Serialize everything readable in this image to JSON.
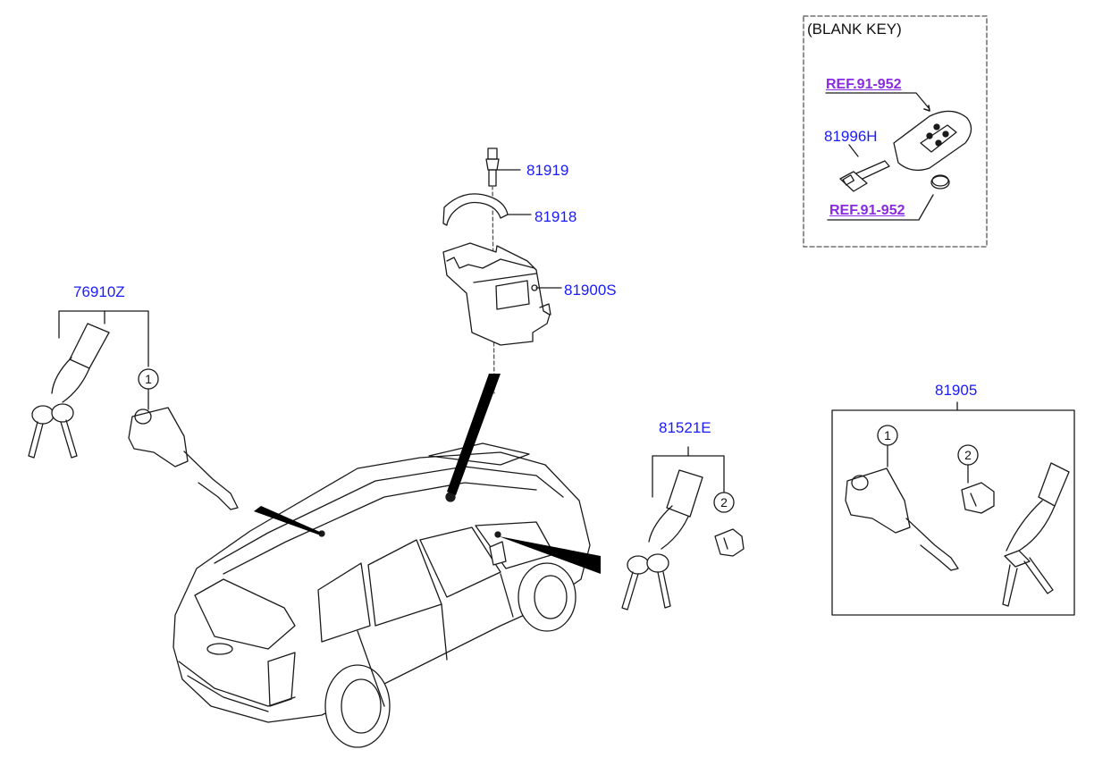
{
  "part_labels": {
    "p76910z": "76910Z",
    "p81919": "81919",
    "p81918": "81918",
    "p81900s": "81900S",
    "p81521e": "81521E",
    "p81905": "81905",
    "p81996h": "81996H"
  },
  "blank_key": {
    "title": "(BLANK KEY)",
    "ref_top": "REF.91-952",
    "ref_bottom": "REF.91-952"
  },
  "callouts": {
    "c1_left": "1",
    "c2_mid": "2",
    "c1_right": "1",
    "c2_right": "2"
  },
  "colors": {
    "part_number": "#1a1aff",
    "reference_link": "#8a2be2",
    "line_art": "#1a1a1a"
  }
}
